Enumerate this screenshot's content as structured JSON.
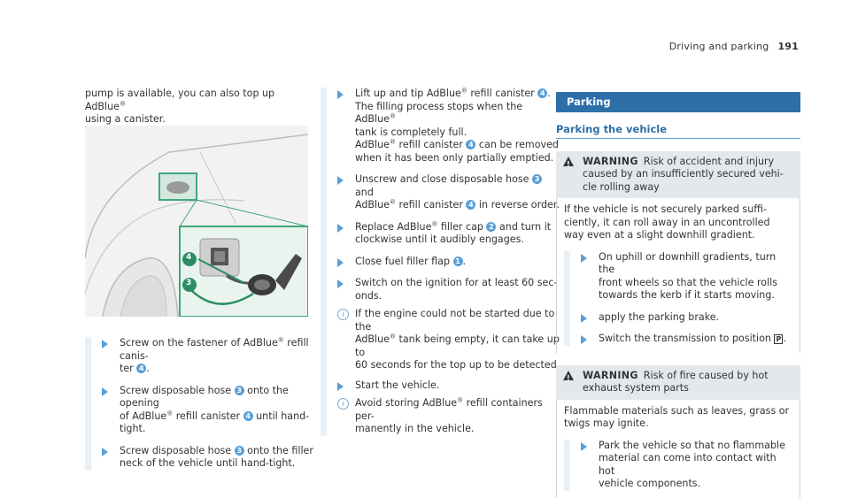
{
  "header": {
    "title": "Driving and parking",
    "page": "191"
  },
  "col1": {
    "intro_line1": "pump is available, you can also top up AdBlue",
    "intro_line2": "using a canister.",
    "steps": [
      {
        "pre": "Screw on the fastener of AdBlue",
        "post": " refill canis-",
        "line2": "ter",
        "n": "4"
      },
      {
        "line1": "Screw disposable hose",
        "n1": "3",
        "mid1": " onto the opening",
        "line2a": "of AdBlue",
        "line2b": " refill canister",
        "n2": "4",
        "line2c": " until hand-tight."
      },
      {
        "line1": "Screw disposable hose",
        "n1": "3",
        "mid1": " onto the filler",
        "line2": "neck of the vehicle until hand-tight."
      }
    ],
    "figure": {
      "callout_4": "4",
      "callout_3": "3"
    }
  },
  "col2": {
    "s1": {
      "a": "Lift up and tip AdBlue",
      "b": " refill canister",
      "n": "4",
      "c": ".",
      "l2a": "The filling process stops when the AdBlue",
      "l3": "tank is completely full.",
      "l4a": "AdBlue",
      "l4b": " refill canister",
      "n2": "4",
      "l4c": " can be removed",
      "l5": "when it has been only partially emptied."
    },
    "s2": {
      "a": "Unscrew and close disposable hose",
      "n1": "3",
      "b": " and",
      "l2a": "AdBlue",
      "l2b": " refill canister",
      "n2": "4",
      "l2c": " in reverse order."
    },
    "s3": {
      "a": "Replace AdBlue",
      "b": " filler cap",
      "n": "2",
      "c": " and turn it",
      "l2": "clockwise until it audibly engages."
    },
    "s4": {
      "a": "Close fuel filler flap",
      "n": "1",
      "c": "."
    },
    "s5": {
      "l1": "Switch on the ignition for at least 60 sec-",
      "l2": "onds."
    },
    "info1": {
      "l1": "If the engine could not be started due to the",
      "l2a": "AdBlue",
      "l2b": " tank being empty, it can take up to",
      "l3": "60 seconds for the top up to be detected."
    },
    "s6": {
      "l1": "Start the vehicle."
    },
    "info2": {
      "l1a": "Avoid storing AdBlue",
      "l1b": " refill containers per-",
      "l2": "manently in the vehicle."
    }
  },
  "col3": {
    "section_title": "Parking",
    "subsection_title": "Parking the vehicle",
    "warning1": {
      "label": "WARNING",
      "l1": "Risk of accident and injury",
      "l2": "caused by an insufficiently secured vehi-",
      "l3": "cle rolling away",
      "body": [
        "If the vehicle is not securely parked suffi-",
        "ciently, it can roll away in an uncontrolled",
        "way even at a slight downhill gradient."
      ],
      "s1": [
        "On uphill or downhill gradients, turn the",
        "front wheels so that the vehicle rolls",
        "towards the kerb if it starts moving."
      ],
      "s2": "apply the parking brake.",
      "s3": "Switch the transmission to position",
      "s3_sym": "P"
    },
    "warning2": {
      "label": "WARNING",
      "l1": "Risk of fire caused by hot",
      "l2": "exhaust system parts",
      "body": [
        "Flammable materials such as leaves, grass or",
        "twigs may ignite."
      ],
      "s1": [
        "Park the vehicle so that no flammable",
        "material can come into contact with hot",
        "vehicle components."
      ]
    }
  },
  "reg": "®"
}
